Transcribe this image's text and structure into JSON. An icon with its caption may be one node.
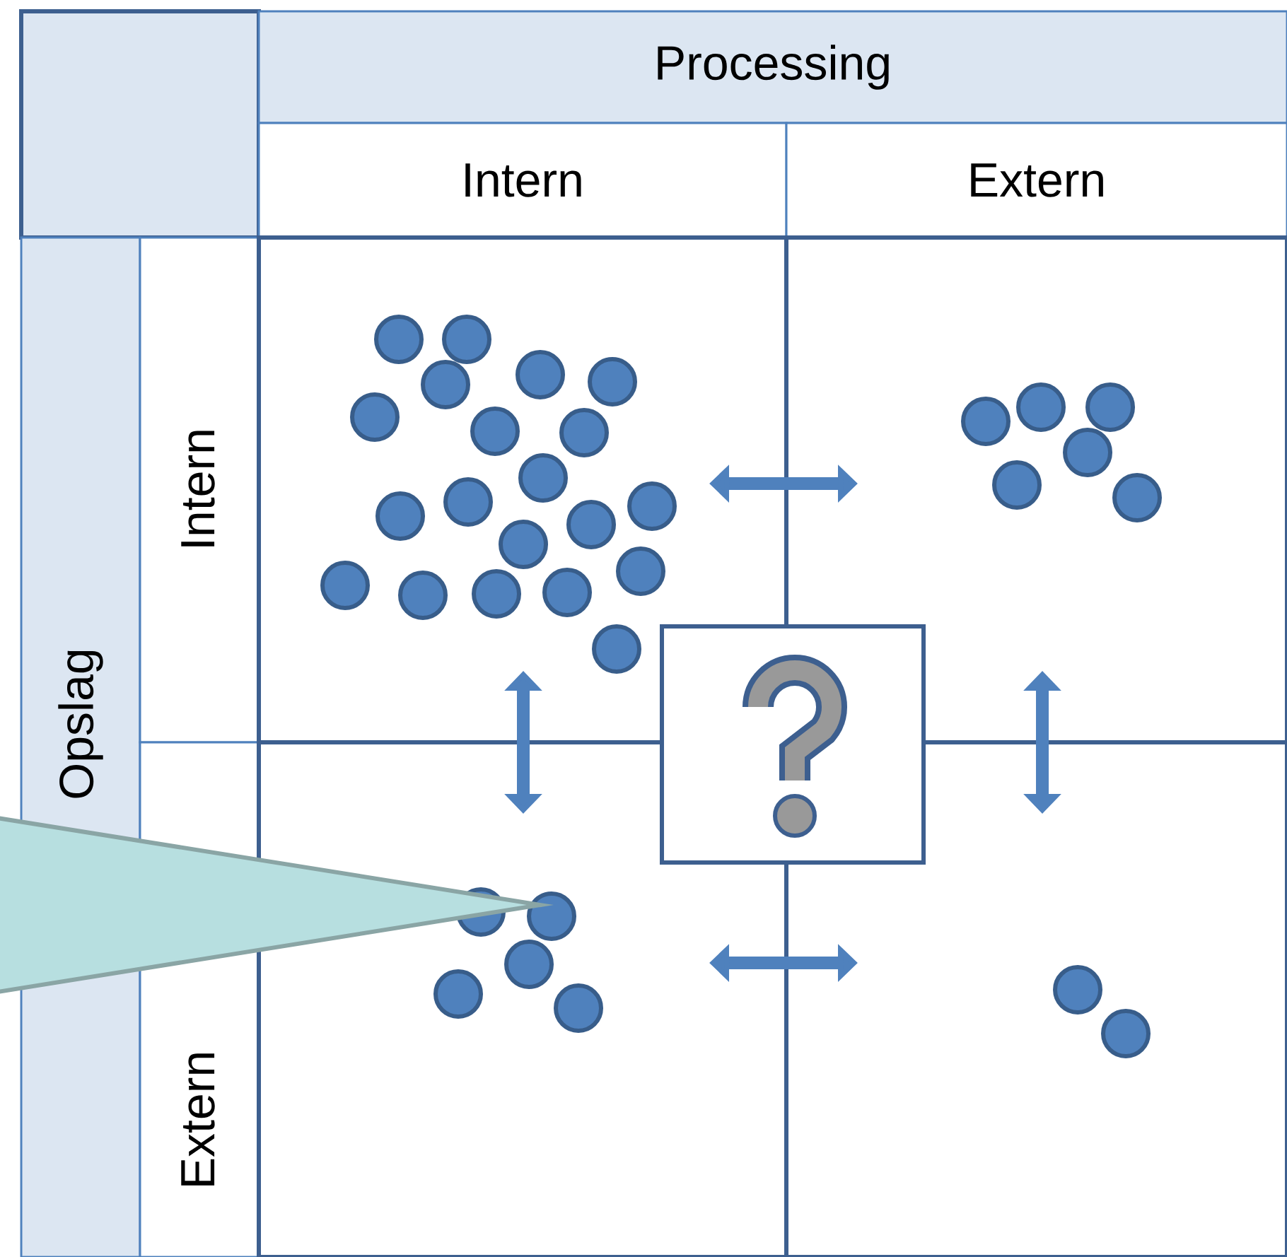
{
  "diagram": {
    "nodes": [
      {
        "text": [
          "Processing"
        ]
      },
      {
        "text": [
          "Intern"
        ]
      },
      {
        "text": [
          "Extern"
        ]
      },
      {
        "text": [
          "Opslag"
        ]
      },
      {
        "text": [
          "Intern"
        ]
      },
      {
        "text": [
          "Extern"
        ]
      },
      {
        "text": [],
        "shape": "box"
      },
      {
        "text": [],
        "shape": "box"
      },
      {
        "text": [],
        "shape": "box"
      },
      {
        "text": [],
        "shape": "box"
      },
      {
        "text": [],
        "shape": "box"
      },
      {
        "text": [],
        "shape": "triangle"
      }
    ],
    "edges": [
      {
        "from": 6,
        "to": 7,
        "arrow": "both"
      },
      {
        "from": 6,
        "to": 8,
        "arrow": "both"
      },
      {
        "from": 7,
        "to": 9,
        "arrow": "both"
      },
      {
        "from": 8,
        "to": 9,
        "arrow": "both"
      }
    ]
  }
}
